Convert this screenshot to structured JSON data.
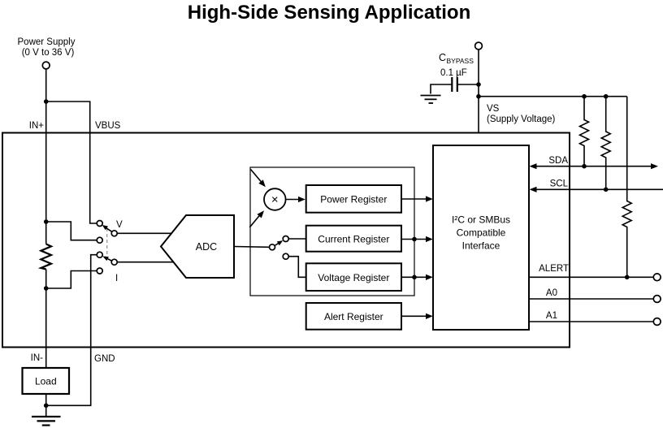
{
  "title": "High-Side Sensing Application",
  "colors": {
    "line": "#000000",
    "background": "#ffffff"
  },
  "power_supply": {
    "line1": "Power Supply",
    "line2": "(0 V to 36 V)"
  },
  "bypass_cap": {
    "name": "C",
    "sub": "BYPASS",
    "value": "0.1 µF"
  },
  "pins": {
    "in_plus": "IN+",
    "vbus": "VBUS",
    "in_minus": "IN-",
    "gnd": "GND",
    "vs": "VS",
    "vs_note": "(Supply Voltage)",
    "sda": "SDA",
    "scl": "SCL",
    "alert": "ALERT",
    "a0": "A0",
    "a1": "A1"
  },
  "switch": {
    "v": "V",
    "i": "I"
  },
  "blocks": {
    "adc": "ADC",
    "multiplier": "×",
    "power_register": "Power Register",
    "current_register": "Current Register",
    "voltage_register": "Voltage Register",
    "alert_register": "Alert Register",
    "interface_line1": "I²C or SMBus",
    "interface_line2": "Compatible",
    "interface_line3": "Interface",
    "load": "Load"
  }
}
